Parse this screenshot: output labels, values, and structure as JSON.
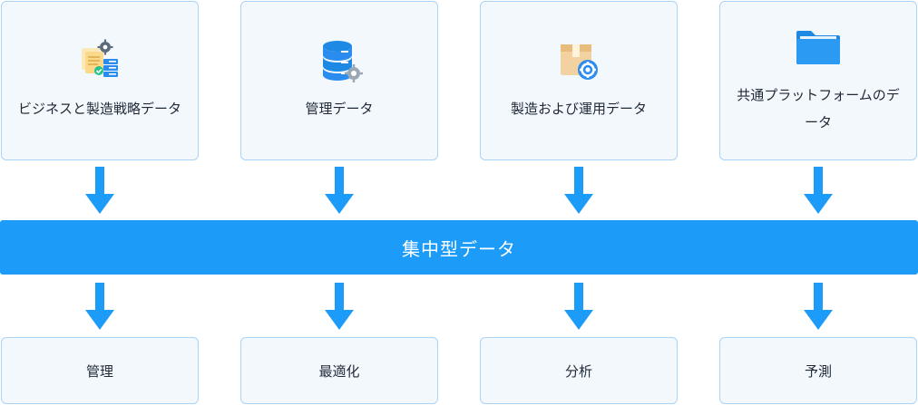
{
  "sources": [
    {
      "label": "ビジネスと製造戦略データ",
      "icon": "documents-gear-server-icon"
    },
    {
      "label": "管理データ",
      "icon": "database-gear-icon"
    },
    {
      "label": "製造および運用データ",
      "icon": "box-gear-icon"
    },
    {
      "label": "共通プラットフォームのデータ",
      "icon": "folder-icon"
    }
  ],
  "hub": {
    "label": "集中型データ"
  },
  "outcomes": [
    {
      "label": "管理"
    },
    {
      "label": "最適化"
    },
    {
      "label": "分析"
    },
    {
      "label": "予測"
    }
  ],
  "colors": {
    "accent": "#1d9bf9",
    "card_bg": "#f3f8fd",
    "card_border": "#a9d3f7"
  }
}
